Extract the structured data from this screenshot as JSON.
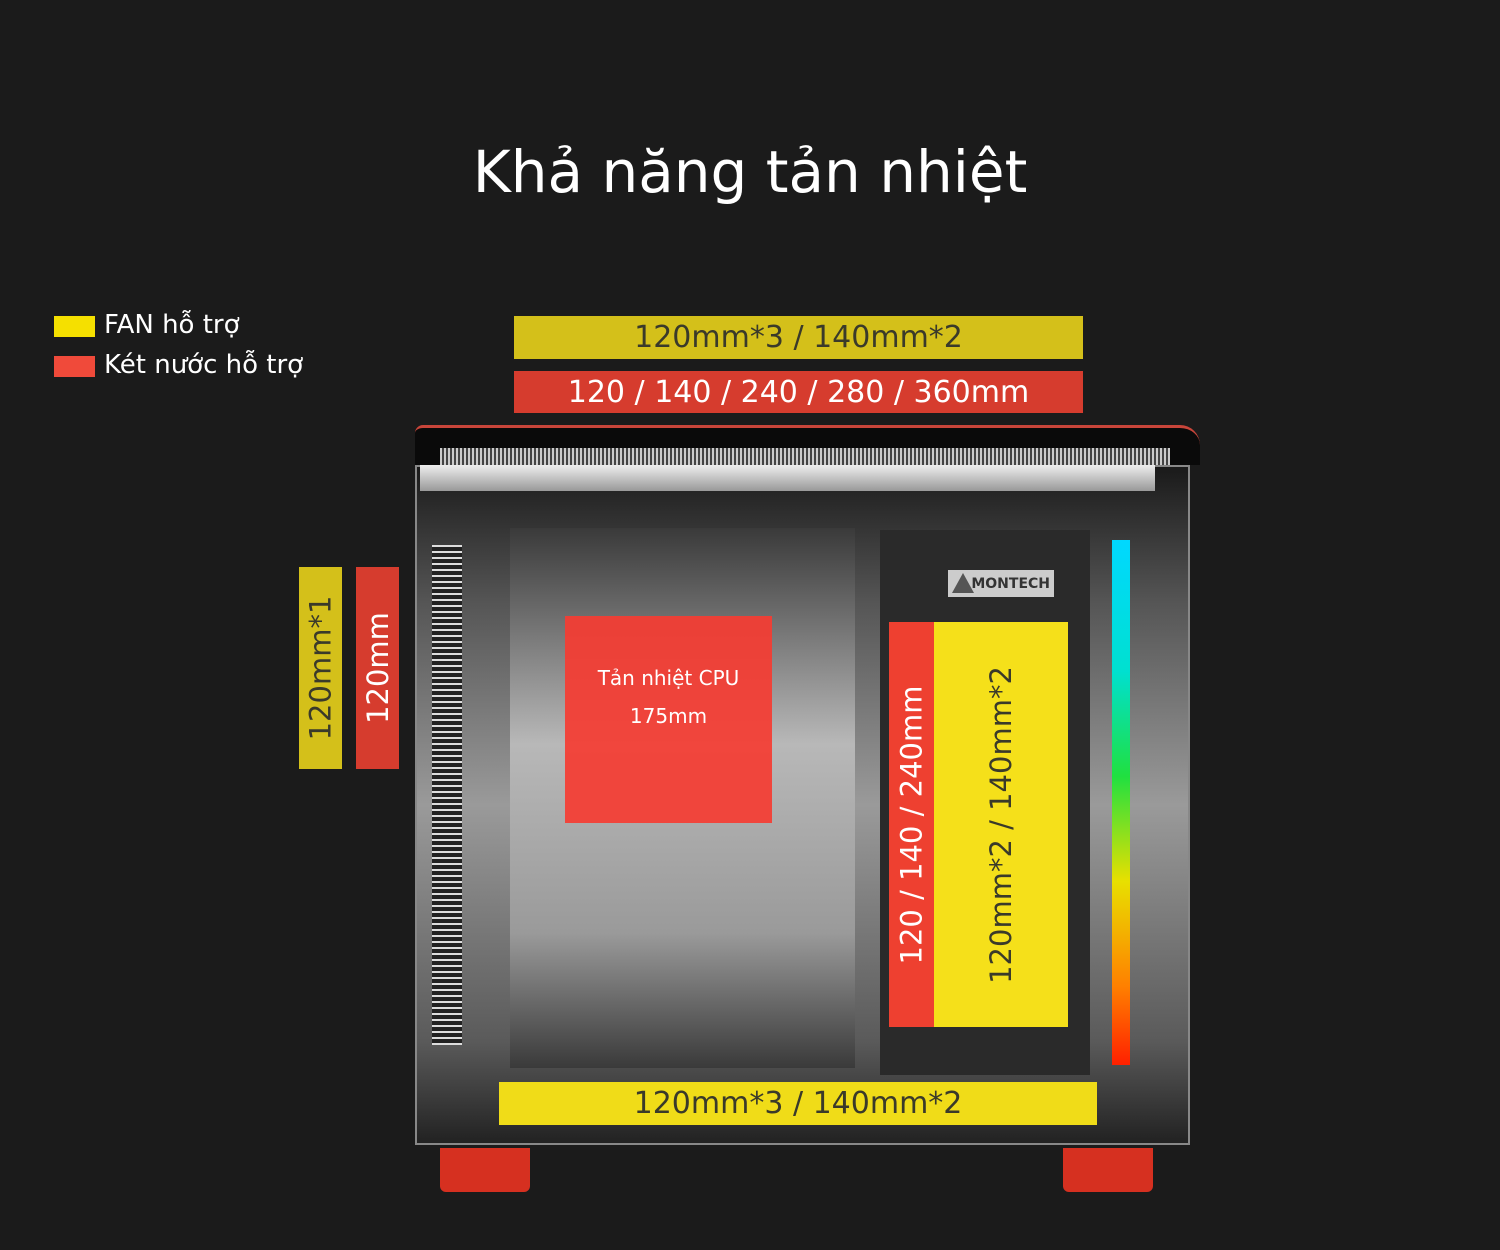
{
  "title": "Khả năng tản nhiệt",
  "legend": {
    "fan": "FAN hỗ trợ",
    "radiator": "Két nước hỗ trợ"
  },
  "top": {
    "fan": "120mm*3 / 140mm*2",
    "radiator": "120 / 140 / 240 / 280 / 360mm"
  },
  "rear": {
    "fan": "120mm*1",
    "radiator": "120mm"
  },
  "cpu": {
    "label": "Tản nhiệt CPU",
    "value": "175mm"
  },
  "side": {
    "radiator": "120 / 140 / 240mm",
    "fan": "120mm*2 / 140mm*2"
  },
  "bottom": {
    "fan": "120mm*3 / 140mm*2"
  },
  "brand": "MONTECH",
  "colors": {
    "fan": "#f0dc14",
    "radiator": "#e63c2d",
    "background": "#1b1b1b"
  }
}
